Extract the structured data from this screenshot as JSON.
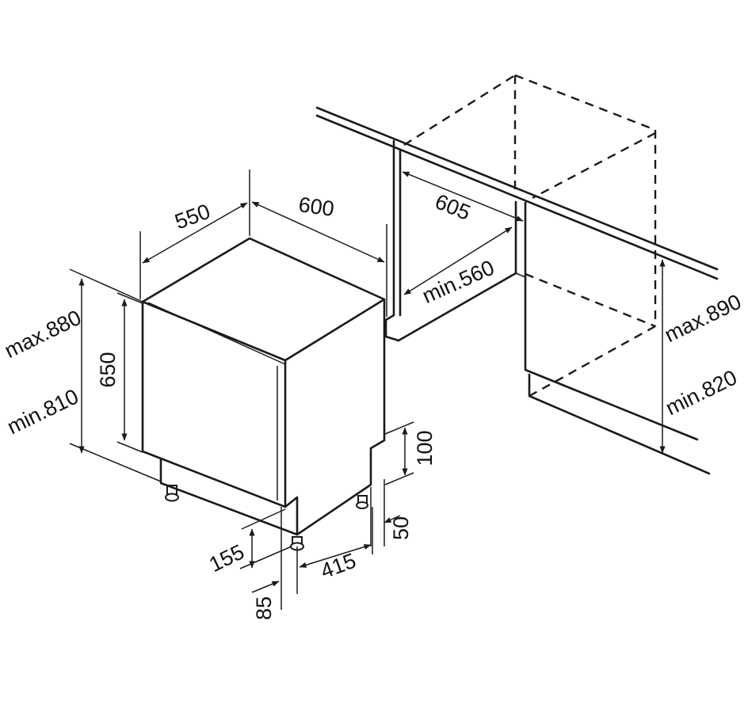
{
  "diagram": {
    "labels": {
      "width": "600",
      "depth": "550",
      "niche_depth": "605",
      "niche_width_min": "min.560",
      "height": "650",
      "adj_max": "max.880",
      "adj_min": "min.810",
      "niche_max": "max.890",
      "niche_min": "min.820",
      "plinth": "100",
      "offset": "50",
      "foot_h": "155",
      "foot_d": "85",
      "foot_span": "415"
    }
  }
}
